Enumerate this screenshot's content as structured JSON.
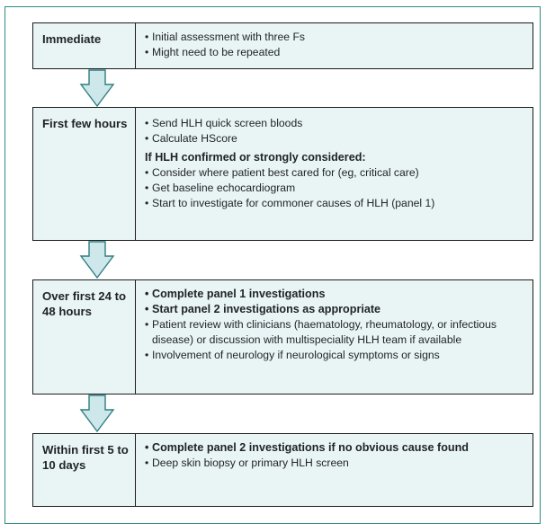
{
  "stages": [
    {
      "label": "Immediate",
      "bullets": [
        "Initial assessment with three Fs",
        "Might need to be repeated"
      ]
    },
    {
      "label": "First few hours",
      "bullets": [
        "Send HLH quick screen bloods",
        "Calculate HScore"
      ],
      "subheading": "If HLH confirmed or strongly considered:",
      "sub_bullets": [
        "Consider where patient best cared for (eg, critical care)",
        "Get baseline echocardiogram",
        "Start to investigate for commoner causes of HLH (panel 1)"
      ]
    },
    {
      "label": "Over first 24 to 48 hours",
      "bold_bullets": [
        "Complete panel 1 investigations",
        "Start panel 2 investigations as appropriate"
      ],
      "bullets": [
        "Patient review with clinicians (haematology, rheumatology, or infectious disease) or discussion with multispeciality HLH team if available",
        "Involvement of neurology if neurological symptoms or signs"
      ]
    },
    {
      "label": "Within first 5 to 10 days",
      "bold_bullets": [
        "Complete panel 2 investigations if no obvious cause found"
      ],
      "bullets": [
        "Deep skin biopsy or primary HLH screen"
      ]
    }
  ],
  "colors": {
    "frame_border": "#2e8b84",
    "box_fill": "#e9f4f5",
    "arrow_fill": "#cde7ea",
    "arrow_stroke": "#2e7e80"
  }
}
